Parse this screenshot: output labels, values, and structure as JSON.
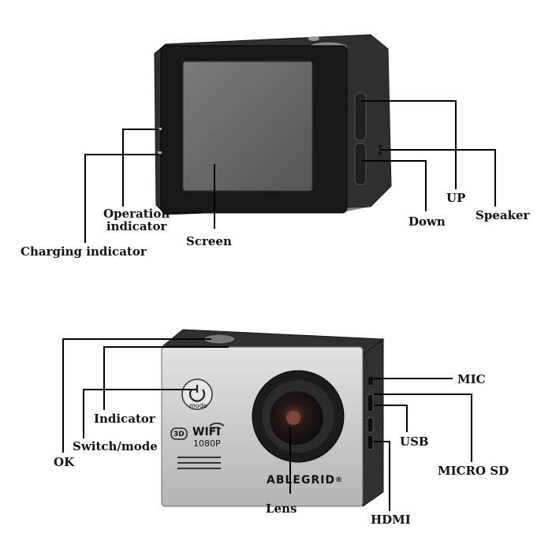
{
  "top_view": {
    "callouts": {
      "operation_indicator": "Operation\nindicator",
      "charging_indicator": "Charging indicator",
      "screen": "Screen",
      "up": "UP",
      "down": "Down",
      "speaker": "Speaker"
    }
  },
  "bottom_view": {
    "callouts": {
      "indicator": "Indicator",
      "switch_mode": "Switch/mode",
      "ok": "OK",
      "lens": "Lens",
      "mic": "MIC",
      "usb": "USB",
      "micro_sd": "MICRO SD",
      "hdmi": "HDMI"
    },
    "camera_marks": {
      "brand": "ABLEGRID",
      "registered": "®",
      "wifi": "WIFI",
      "resolution": "1080P",
      "badge_3d": "3D",
      "mode_button": "mode"
    }
  },
  "colors": {
    "body_dark": "#2a2a2a",
    "screen": "#6e6e6e",
    "faceplate": "#c8c8c8",
    "line": "#000000"
  }
}
